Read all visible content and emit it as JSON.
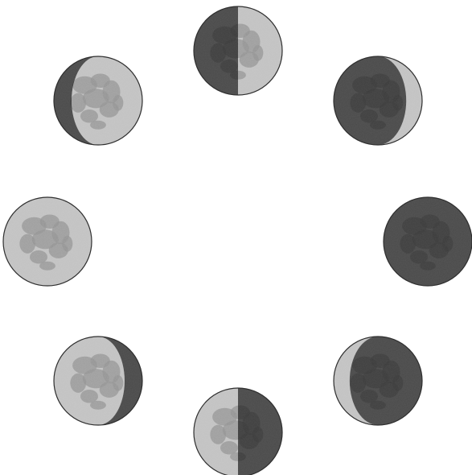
{
  "colors": {
    "background": "#ffffff",
    "lit_surface": "#c8c8c8",
    "lit_maria": "#8f8f8f",
    "shadow_surface": "#4a4a4a",
    "shadow_maria": "#3a3a3a",
    "outline": "#2f2f2f"
  },
  "phases": [
    {
      "id": "first-quarter",
      "lit_side": "right",
      "lit_fraction": 0.5
    },
    {
      "id": "waxing-crescent",
      "lit_side": "right",
      "lit_fraction": 0.18
    },
    {
      "id": "new-moon",
      "lit_side": "right",
      "lit_fraction": 0.0
    },
    {
      "id": "waning-crescent",
      "lit_side": "left",
      "lit_fraction": 0.18
    },
    {
      "id": "third-quarter",
      "lit_side": "left",
      "lit_fraction": 0.5
    },
    {
      "id": "waning-gibbous",
      "lit_side": "left",
      "lit_fraction": 0.8
    },
    {
      "id": "full-moon",
      "lit_side": "right",
      "lit_fraction": 1.0
    },
    {
      "id": "waxing-gibbous",
      "lit_side": "right",
      "lit_fraction": 0.8
    }
  ]
}
